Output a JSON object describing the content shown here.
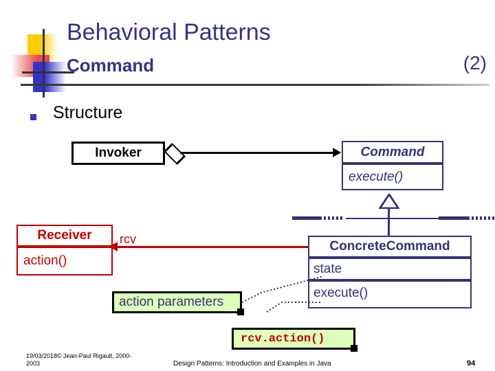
{
  "slide": {
    "title_main": "Behavioral Patterns",
    "title_sub": "Command",
    "title_count": "(2)",
    "section_bullet": "Structure"
  },
  "colors": {
    "navy": "#333377",
    "red": "#c00000",
    "black": "#000000",
    "note_bg": "#ddffbb",
    "bullet": "#3333bb",
    "logo_yellow": "#ffcc00",
    "logo_red": "#e8474b",
    "logo_blue": "#3333cc"
  },
  "diagram": {
    "invoker": {
      "name": "Invoker"
    },
    "command": {
      "name": "Command",
      "operation": "execute()"
    },
    "receiver": {
      "name": "Receiver",
      "operation": "action()"
    },
    "concrete_command": {
      "name": "ConcreteCommand",
      "attribute": "state",
      "operation": "execute()"
    },
    "association_label": "rcv",
    "notes": {
      "params": "action parameters",
      "body": "rcv.action()"
    }
  },
  "footer": {
    "left_line1": "19/03/2018© Jean-Paul Rigault, 2000-",
    "left_line2": "2003",
    "center": "Design Patterns: Introduction and Examples in Java",
    "page": "94"
  }
}
